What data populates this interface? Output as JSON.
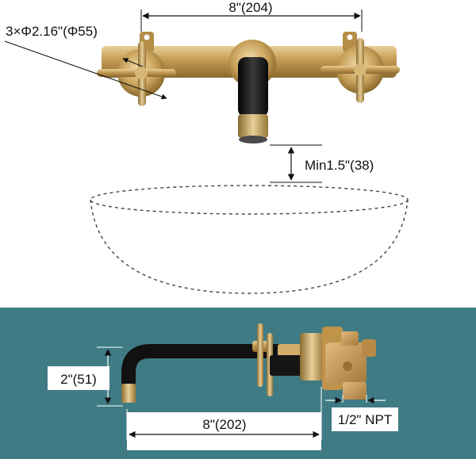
{
  "top_view": {
    "spacing_label": "8\"(204)",
    "hole_label": "3×Φ2.16\"(Φ55)",
    "clearance_label": "Min1.5\"(38)"
  },
  "side_view": {
    "height_label": "2\"(51)",
    "reach_label": "8\"(202)",
    "thread_label": "1/2\" NPT"
  },
  "colors": {
    "background": "#ffffff",
    "panel": "#3f7b84",
    "brass": "#c8a35a",
    "black_finish": "#1b1b1b",
    "raw_brass": "#c79a5b"
  }
}
